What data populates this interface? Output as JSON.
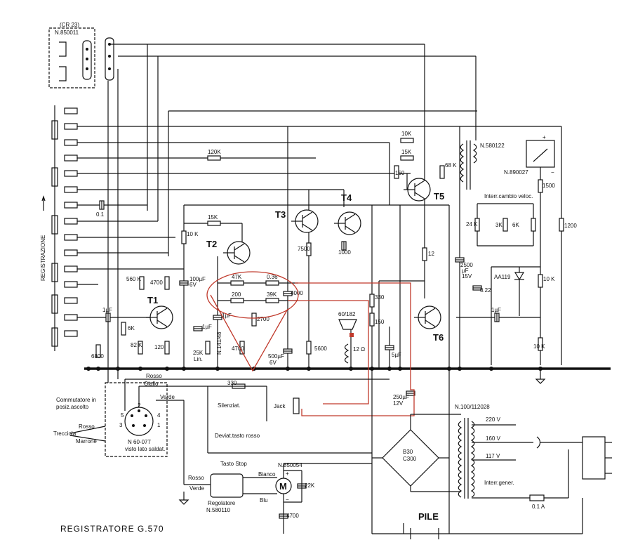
{
  "title": "REGISTRATORE G.570",
  "connector_block": {
    "code": "(CR 23)",
    "part": "N.850011"
  },
  "side_label": "REGISTRAZIONE",
  "switch_label": [
    "Commutatore in",
    "posiz.ascolto"
  ],
  "transistors": [
    "T1",
    "T2",
    "T3",
    "T4",
    "T5",
    "T6"
  ],
  "resistors": {
    "r120k": "120K",
    "r15k_mid": "15K",
    "r10k_left": "10 K",
    "r560k": "560 K",
    "r4700_a": "4700",
    "r6k": "6K",
    "r82k": "82 K",
    "r120": "120",
    "r6800": "6800",
    "r47k": "47K",
    "r036": "0.36",
    "r39k": "39K",
    "r200": "200",
    "r2700": "2700",
    "r4700_b": "4700",
    "r25k": "25K",
    "lin": "Lin.",
    "r7500": "7500",
    "r5600": "5600",
    "r330": "330",
    "r150_mid": "150",
    "r12": "12",
    "r10k_top": "10K",
    "r15k_top": "15K",
    "r150_top": "150",
    "r68k": "68 K",
    "r24k": "24 K",
    "r3k": "3K",
    "r6k_right": "6K",
    "r1500": "1500",
    "r1200": "1200",
    "r10k_right": "10 K",
    "r10k_trim": "10 K",
    "r330_jack": "330",
    "r22k": "22K"
  },
  "capacitors": {
    "c01": "0.1",
    "c1uf_left": "1µF",
    "c100uf": "100µF",
    "c6v_a": "6V",
    "c1uf_t2": "1µF",
    "c1uf_fb": "1µF",
    "c4000": "4000",
    "c1000": "1000",
    "c500uf": "500µF",
    "c6v_b": "6V",
    "c5uf": "5µF",
    "c250uf": "250µF",
    "c12v": "12V",
    "c2500uf": "2500",
    "c_uf": "µF",
    "c15v": "15V",
    "c022": "0.22",
    "c1uf_t6": "1µF",
    "c4700_motor": "4700"
  },
  "parts": {
    "nature": "N.141/48",
    "transformer_out": "N.580122",
    "meter": "N.890027",
    "interr_cambio": "Interr.cambio veloc.",
    "diode": "AA119",
    "head": "60/182",
    "speaker": "12 Ω",
    "transformer_power": "N.100/112028",
    "bridge": [
      "B30",
      "C300"
    ],
    "interr_gener": "Interr.gener.",
    "fuse": "0.1 A",
    "pile": "PILE",
    "motor_part": "N.850054",
    "regolatore": [
      "Regolatore",
      "N.580110"
    ],
    "socket": [
      "N 60-077",
      "visto lato saldat."
    ]
  },
  "wires": {
    "rosso": "Rosso",
    "giallo": "Giallo",
    "verde": "Verde",
    "bianco": "Bianco",
    "blu": "Blu"
  },
  "controls": {
    "silenziat": "Silenziat.",
    "jack": "Jack",
    "deviat": "Deviat.tasto rosso",
    "tasto_stop": "Tasto Stop",
    "trecciola": "Trecciola",
    "rosso": "Rosso",
    "marrone": "Marrone"
  },
  "voltages": [
    "220 V",
    "160 V",
    "117 V"
  ],
  "meter_signs": [
    "+",
    "−"
  ],
  "socket_pins": [
    "5",
    "2",
    "4",
    "1",
    "3"
  ],
  "motor": {
    "letter": "M",
    "plus": "+",
    "minus": "−"
  }
}
